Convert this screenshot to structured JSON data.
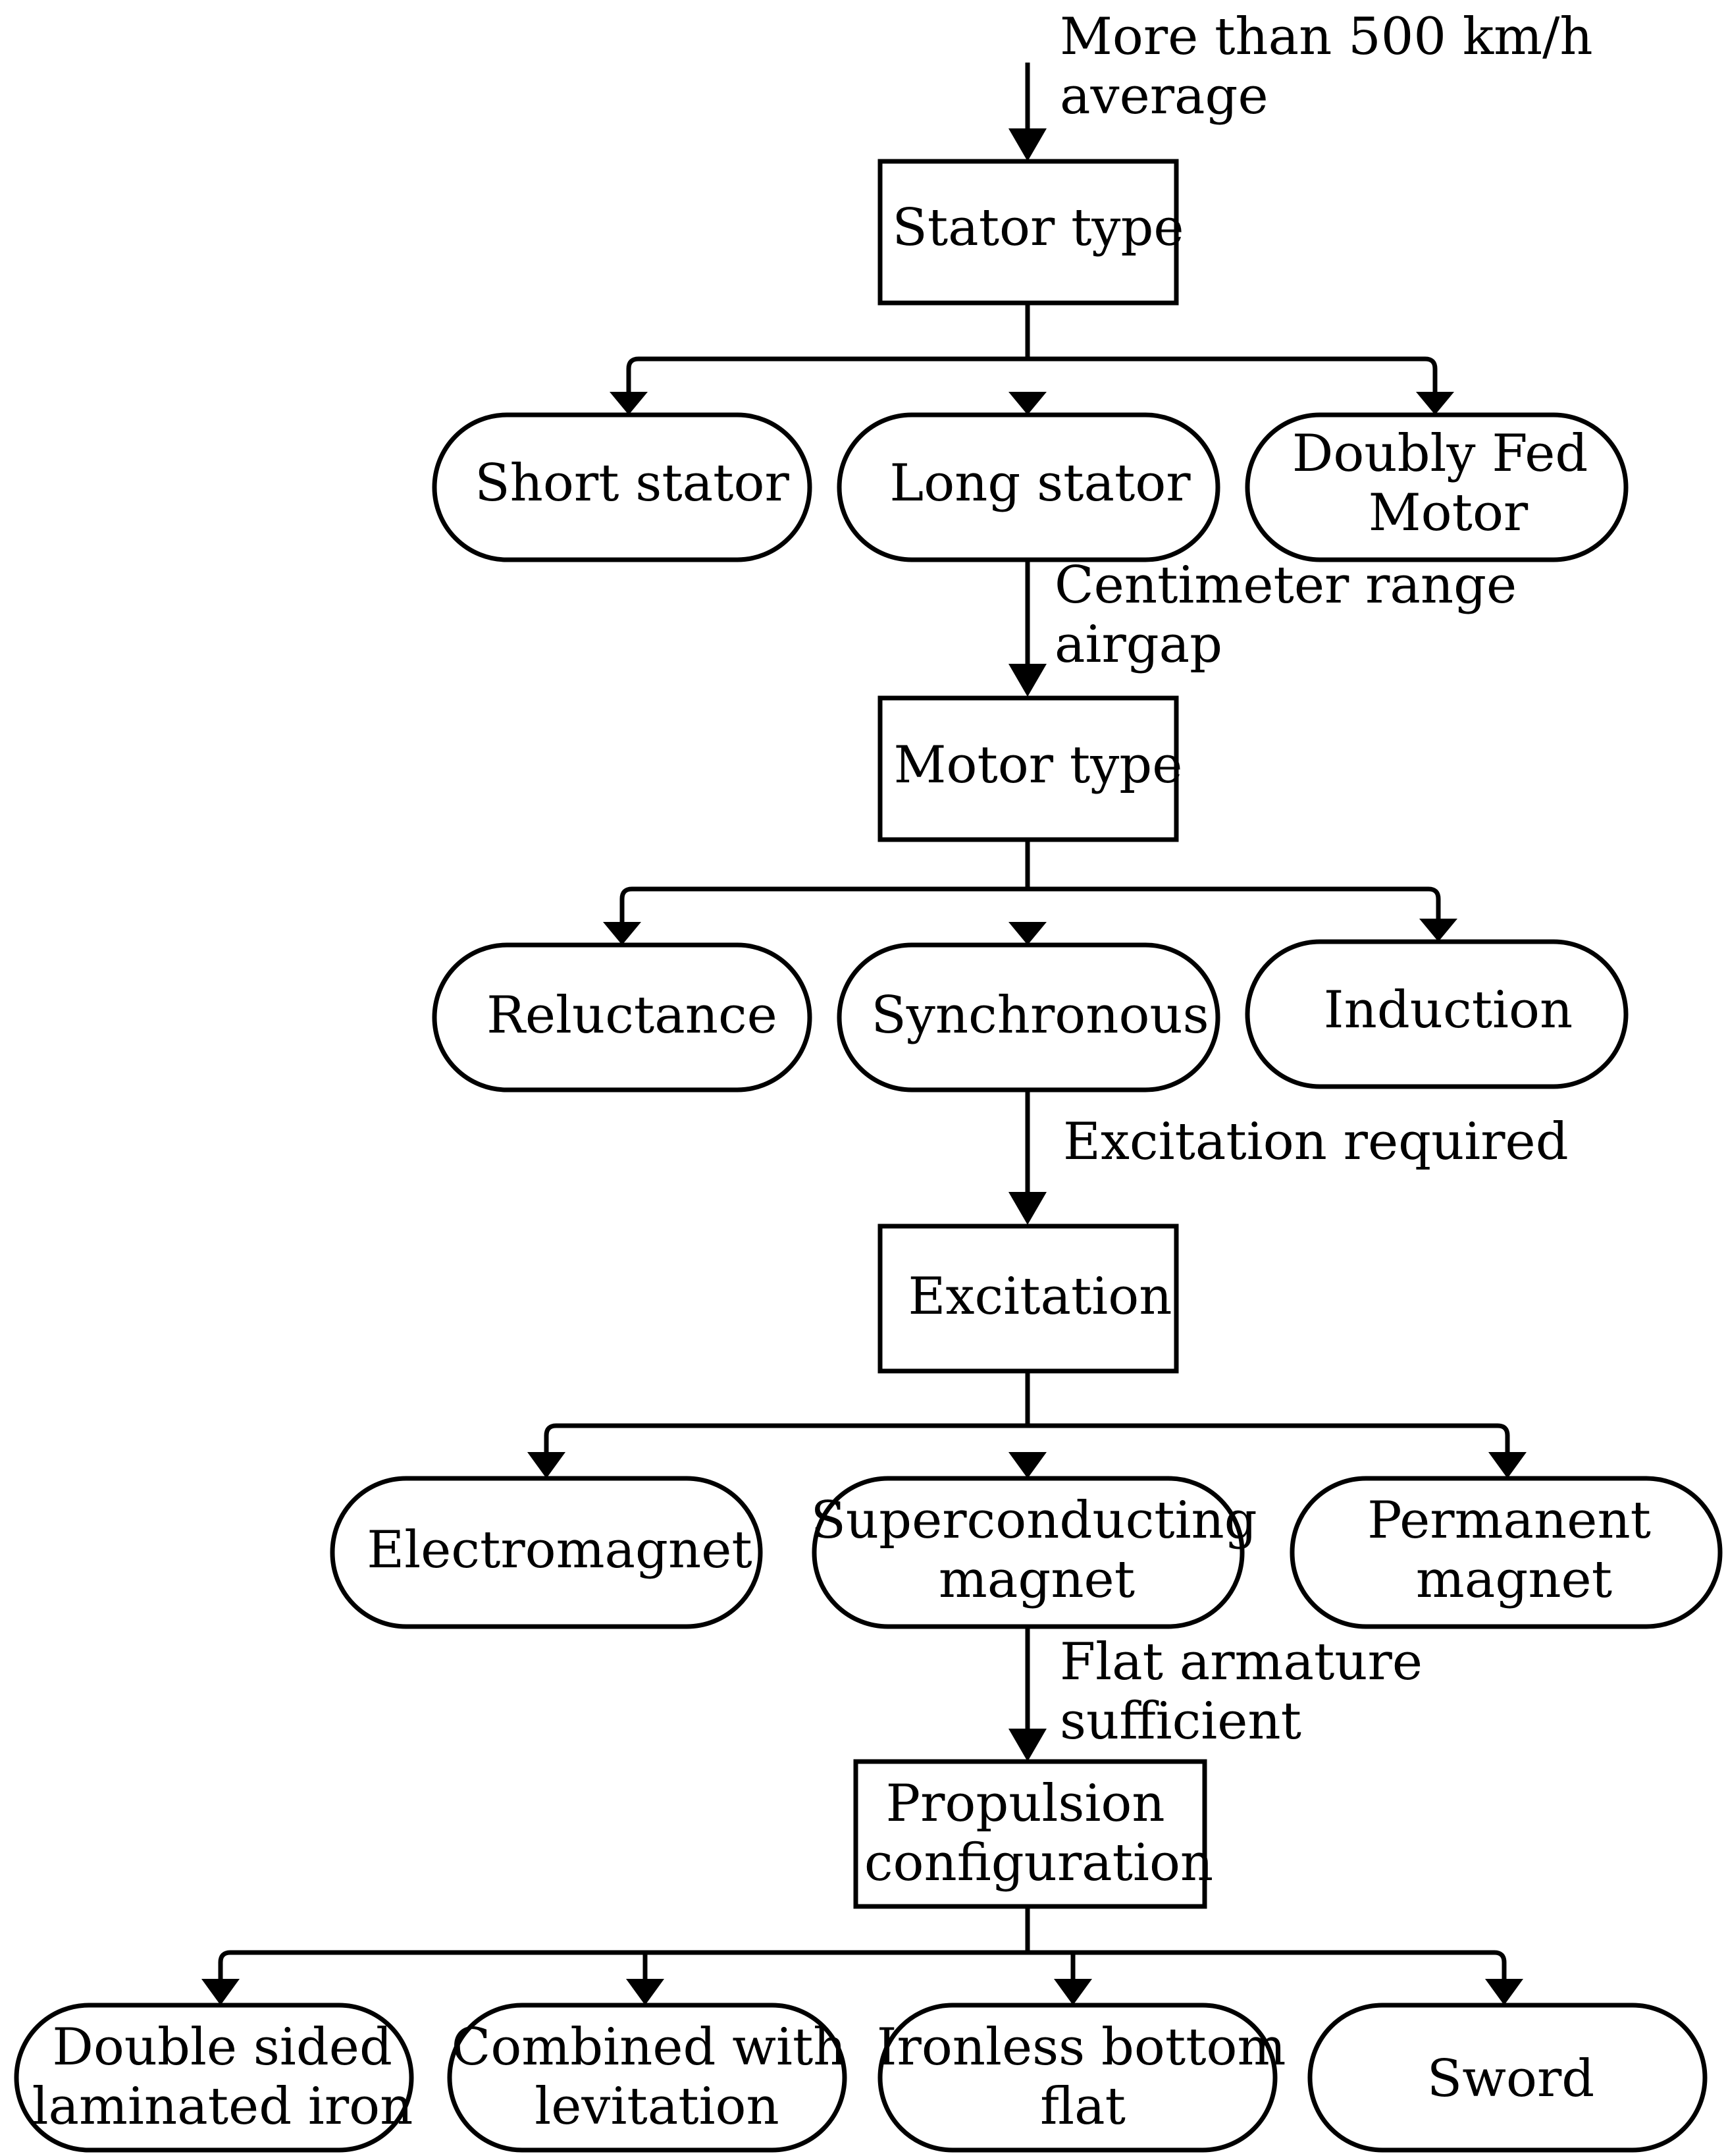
{
  "input_label": [
    "More than 500 km/h",
    "average"
  ],
  "stator": {
    "title": "Stator type",
    "options": [
      [
        "Short stator"
      ],
      [
        "Long stator"
      ],
      [
        "Doubly Fed",
        "Motor"
      ]
    ],
    "condition": [
      "Centimeter range",
      "airgap"
    ]
  },
  "motor": {
    "title": "Motor type",
    "options": [
      [
        "Reluctance"
      ],
      [
        "Synchronous"
      ],
      [
        "Induction"
      ]
    ],
    "condition": [
      "Excitation required"
    ]
  },
  "excitation": {
    "title": "Excitation",
    "options": [
      [
        "Electromagnet"
      ],
      [
        "Superconducting",
        "magnet"
      ],
      [
        "Permanent",
        "magnet"
      ]
    ],
    "condition": [
      "Flat armature",
      "sufficient"
    ]
  },
  "propulsion": {
    "title": [
      "Propulsion",
      "configuration"
    ],
    "options": [
      [
        "Double sided",
        "laminated iron"
      ],
      [
        "Combined with",
        "levitation"
      ],
      [
        "Ironless bottom",
        "flat"
      ],
      [
        "Sword"
      ]
    ]
  },
  "colors": {
    "line": "#000000",
    "fill": "#ffffff",
    "text": "#000000"
  }
}
